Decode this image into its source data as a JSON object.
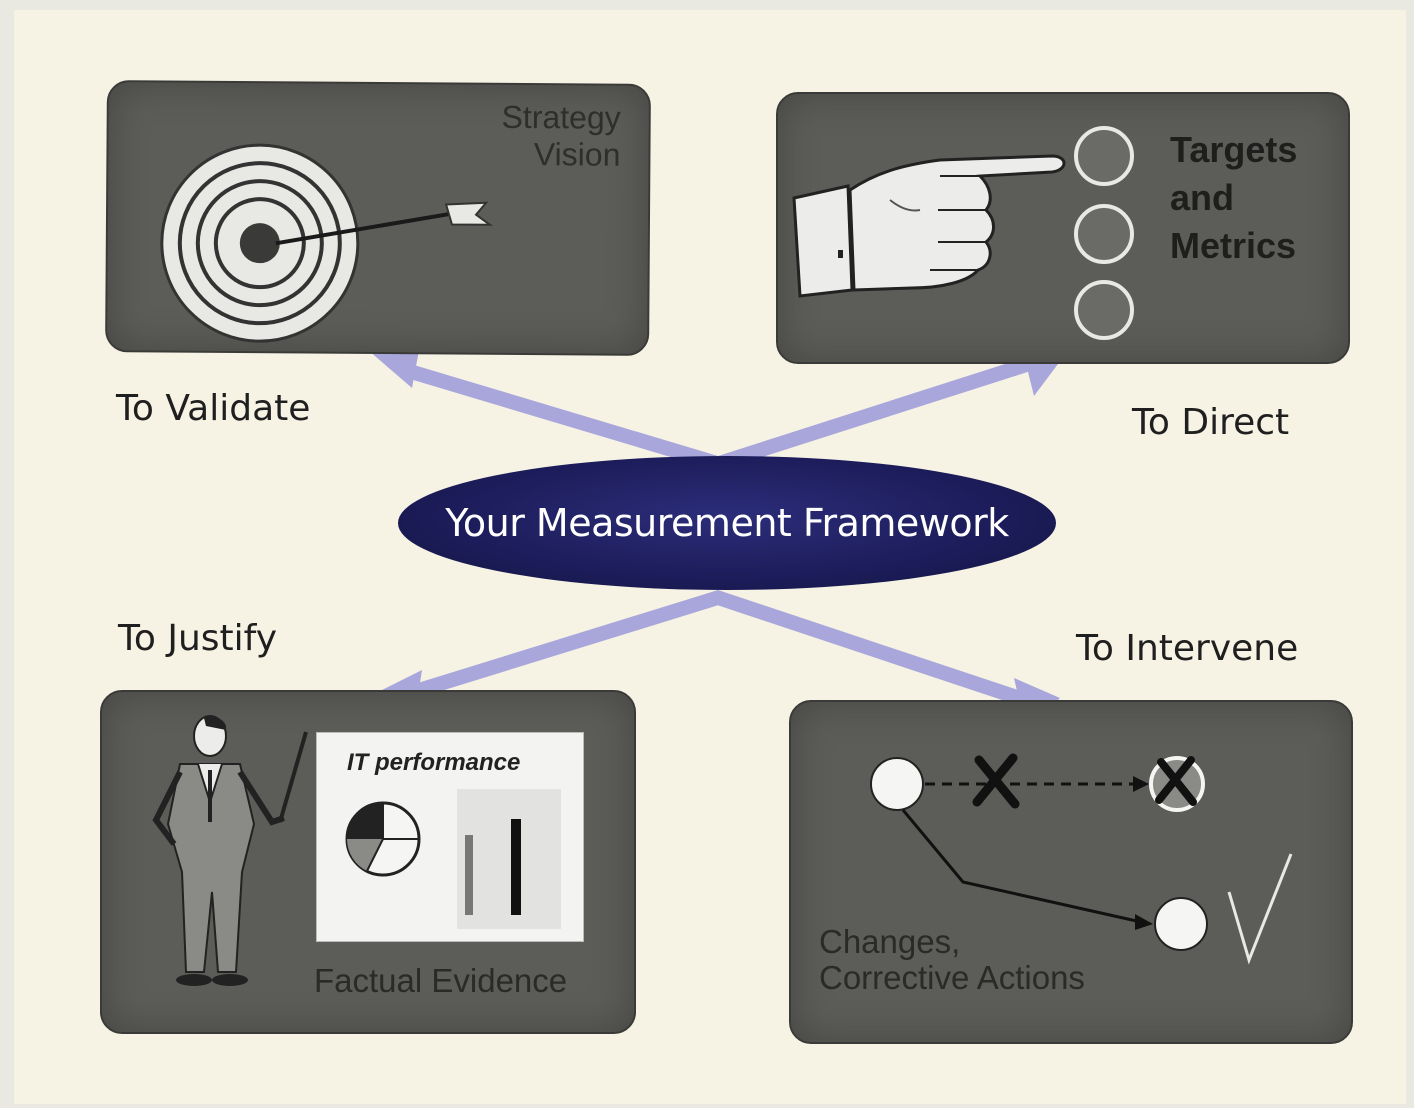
{
  "center": {
    "title": "Your Measurement Framework"
  },
  "quadrants": {
    "validate": {
      "label": "To Validate",
      "panel_text": "Strategy\nVision"
    },
    "direct": {
      "label": "To Direct",
      "panel_text": "Targets\nand\nMetrics"
    },
    "justify": {
      "label": "To Justify",
      "card_title": "IT performance",
      "panel_text": "Factual Evidence"
    },
    "intervene": {
      "label": "To Intervene",
      "panel_text": "Changes,\nCorrective Actions"
    }
  },
  "colors": {
    "background": "#f6f3e4",
    "panel": "#5c5c58",
    "arrow": "#a9a6dc",
    "ellipse": "#1c1c5a",
    "ellipse_text": "#ffffff"
  },
  "icons": [
    "target-icon",
    "arrow-icon",
    "pointing-hand-icon",
    "presenter-icon",
    "pie-chart-icon",
    "bar-chart-icon",
    "x-mark-icon",
    "checkmark-icon"
  ]
}
